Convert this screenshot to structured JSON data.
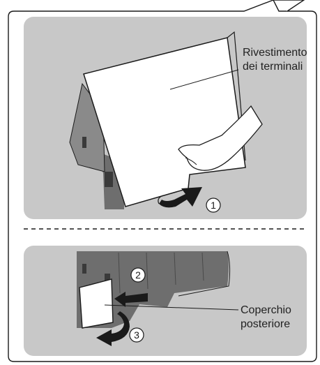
{
  "labels": {
    "terminal_cover_line1": "Rivestimento",
    "terminal_cover_line2": "dei terminali",
    "rear_cover_line1": "Coperchio",
    "rear_cover_line2": "posteriore"
  },
  "steps": {
    "step1": "①",
    "step2": "②",
    "step3": "③"
  },
  "colors": {
    "panel_bg": "#c8c8c8",
    "cover_fill": "#ffffff",
    "outline": "#1a1a1a",
    "dark_body": "#6e6e6e"
  }
}
